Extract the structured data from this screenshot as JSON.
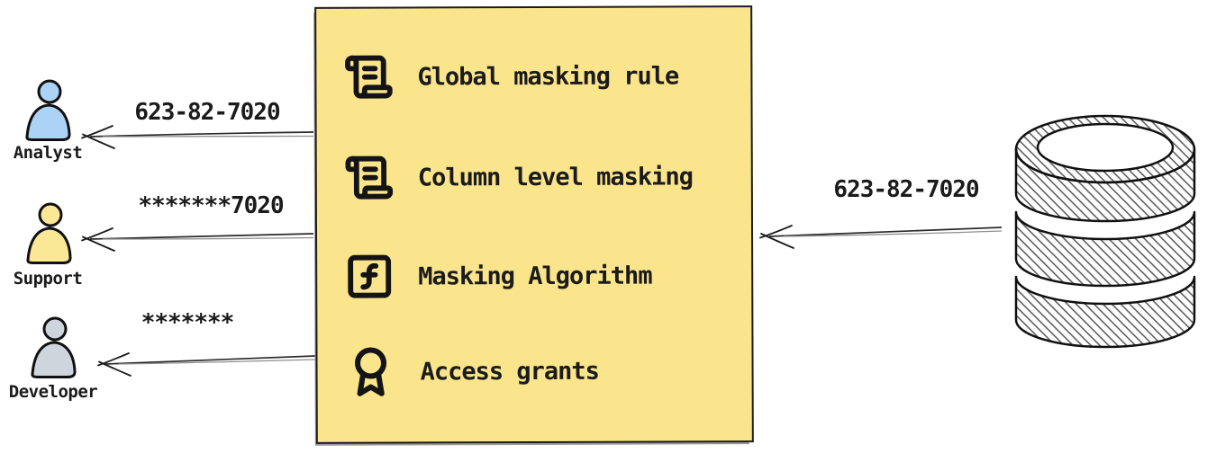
{
  "canvas": {
    "background": "#ffffff",
    "ink": "#1b1b1b"
  },
  "personas": [
    {
      "name": "Analyst",
      "received_value": "623-82-7020",
      "color": "#ABD3F5"
    },
    {
      "name": "Support",
      "received_value": "*******7020",
      "color": "#FBE896"
    },
    {
      "name": "Developer",
      "received_value": "*******",
      "color": "#CFD5DC"
    }
  ],
  "masking_box": {
    "background": "#FAE58C",
    "items": [
      {
        "icon": "scroll-text-icon",
        "label": "Global masking rule"
      },
      {
        "icon": "scroll-text-icon",
        "label": "Column level masking"
      },
      {
        "icon": "function-square-icon",
        "label": "Masking Algorithm"
      },
      {
        "icon": "award-icon",
        "label": "Access grants"
      }
    ]
  },
  "database": {
    "icon": "database-icon",
    "outgoing_value": "623-82-7020"
  }
}
